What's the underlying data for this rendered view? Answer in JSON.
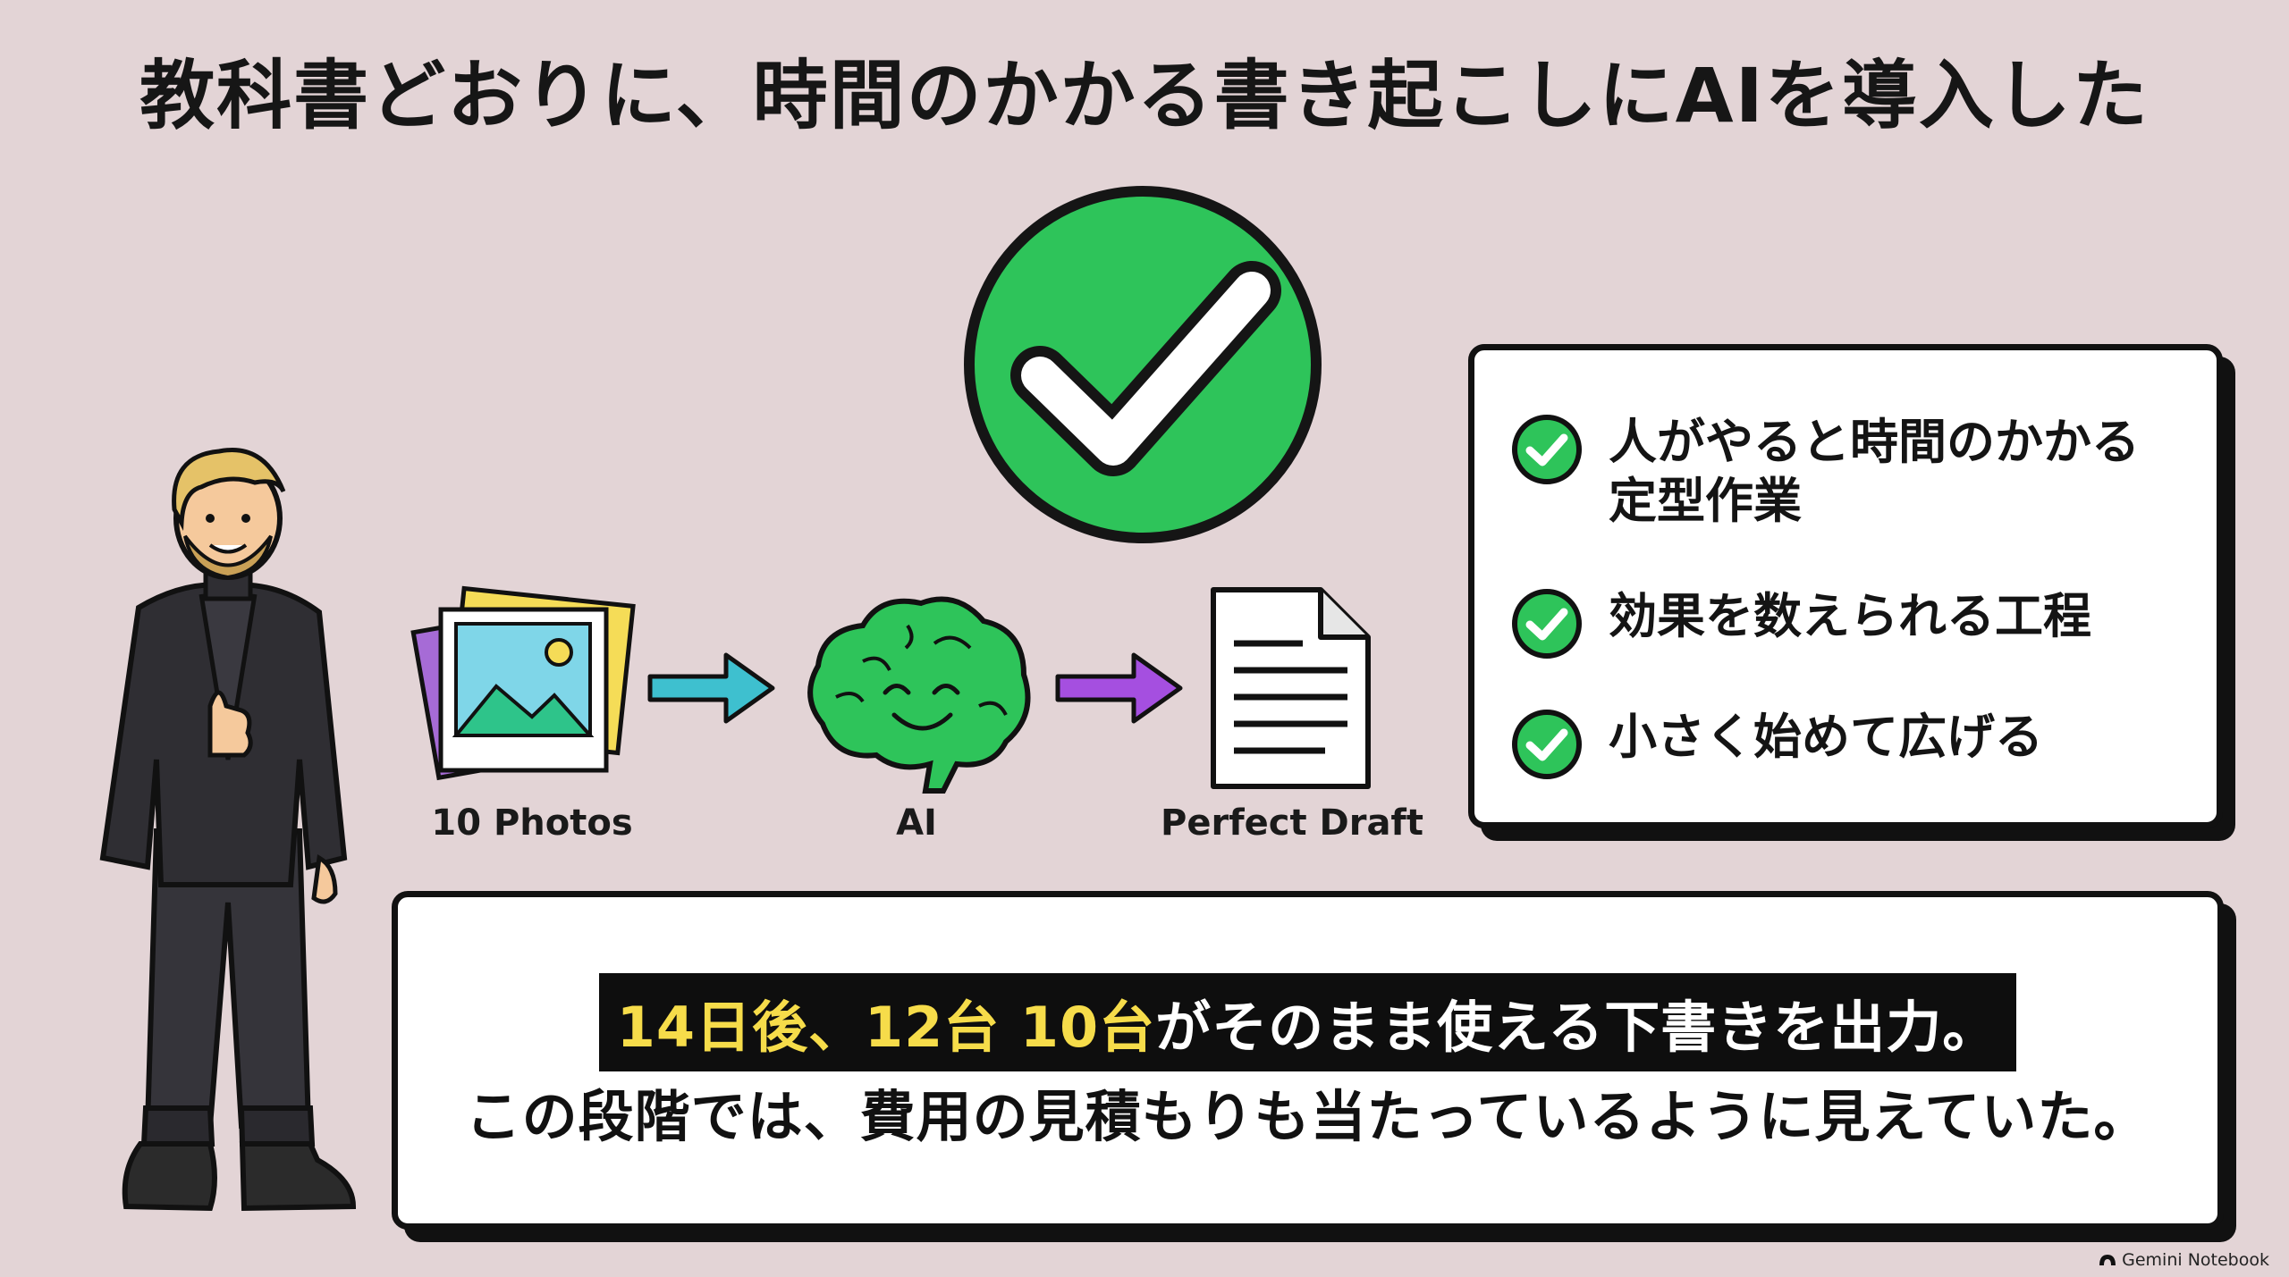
{
  "title": "教科書どおりに、時間のかかる書き起こしにAIを導入した",
  "flow": {
    "photos_label": "10 Photos",
    "ai_label": "AI",
    "draft_label": "Perfect Draft"
  },
  "checklist": {
    "items": [
      {
        "line1": "人がやると時間のかかる",
        "line2": "定型作業"
      },
      {
        "line1": "効果を数えられる工程",
        "line2": ""
      },
      {
        "line1": "小さく始めて広げる",
        "line2": ""
      }
    ]
  },
  "caption": {
    "highlight_yellow": "14日後、12台 10台",
    "highlight_white": "がそのまま使える下書きを出力。",
    "line2": "この段階では、費用の見積もりも当たっているように見えていた。"
  },
  "footer": {
    "brand": "Gemini Notebook"
  },
  "colors": {
    "background": "#e3d4d6",
    "check_green": "#2ec45a",
    "highlight_yellow": "#f6dc4a",
    "arrow_teal": "#3ec0cf",
    "arrow_purple": "#a54fe0"
  },
  "icons": [
    "large-check-icon",
    "photos-icon",
    "arrow-right-icon",
    "brain-icon",
    "document-icon",
    "check-circle-icon",
    "gemini-logo-icon"
  ]
}
